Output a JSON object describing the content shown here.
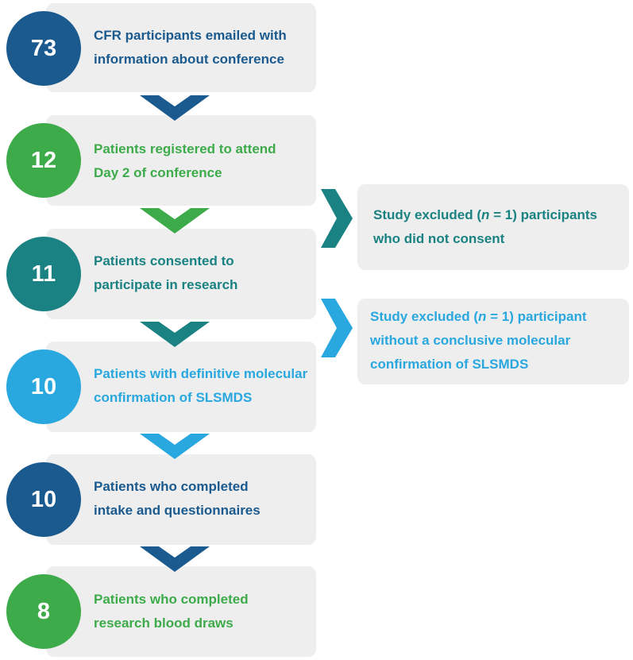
{
  "colors": {
    "navy": "#1a5a8e",
    "green": "#3dab4a",
    "teal": "#1a8282",
    "blue": "#29a7df"
  },
  "steps": [
    {
      "count": "73",
      "line1": "CFR participants  emailed with",
      "line2": "information  about  conference",
      "color": "#1a5a8e",
      "text_color": "#1a5a8e"
    },
    {
      "count": "12",
      "line1": "Patients  registered to attend",
      "line2": "Day 2 of conference",
      "color": "#3dab4a",
      "text_color": "#3dab4a"
    },
    {
      "count": "11",
      "line1": "Patients  consented  to",
      "line2": "participate   in research",
      "color": "#1a8282",
      "text_color": "#1a8282"
    },
    {
      "count": "10",
      "line1": "Patients with definitive molecular",
      "line2": "confirmation of SLSMDS",
      "color": "#29a7df",
      "text_color": "#29a7df"
    },
    {
      "count": "10",
      "line1": "Patients  who completed",
      "line2": "intake and questionnaires",
      "color": "#1a5a8e",
      "text_color": "#1a5a8e"
    },
    {
      "count": "8",
      "line1": "Patients  who completed",
      "line2": "research blood draws",
      "color": "#3dab4a",
      "text_color": "#3dab4a"
    }
  ],
  "exclusions": [
    {
      "prefix": "Study excluded (",
      "n_symbol": "n",
      "suffix": " = 1) participants",
      "line2": "who did not consent",
      "color": "#1a8282"
    },
    {
      "prefix": "Study excluded (",
      "n_symbol": "n",
      "suffix": " = 1) participant",
      "line2": "without a conclusive molecular",
      "line3": "confirmation of SLSMDS",
      "color": "#29a7df"
    }
  ]
}
